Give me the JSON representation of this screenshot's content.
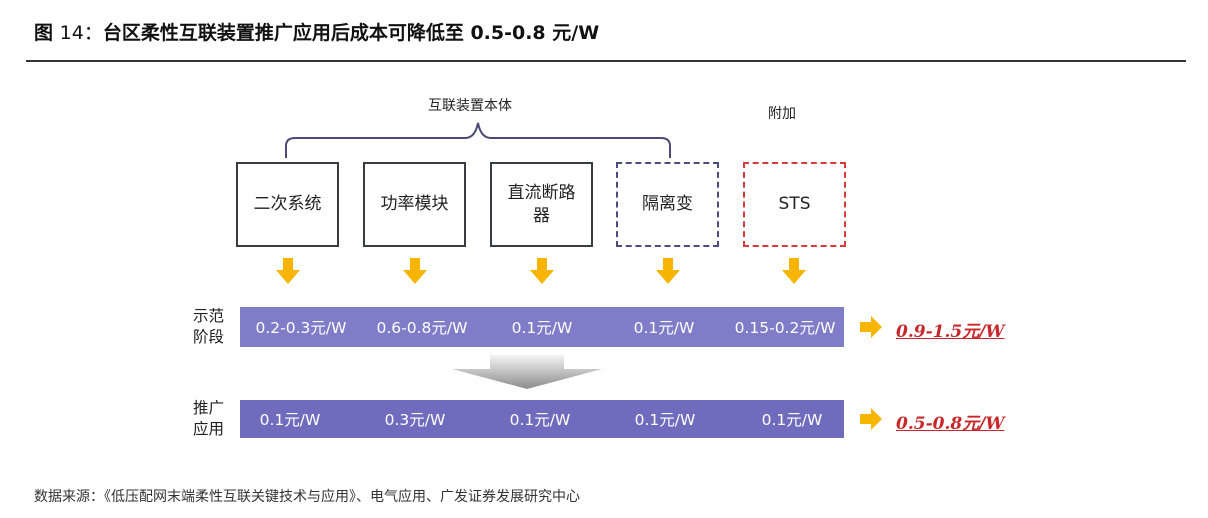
{
  "title": {
    "prefix": "图",
    "number": "14：",
    "text": "台区柔性互联装置推广应用后成本可降低至 0.5-0.8 元/W"
  },
  "groups": {
    "main": "互联装置本体",
    "addon": "附加"
  },
  "components": [
    {
      "label": "二次系统"
    },
    {
      "label": "功率模块"
    },
    {
      "label": "直流断路器"
    },
    {
      "label": "隔离变"
    },
    {
      "label": "STS"
    }
  ],
  "rows": {
    "demo": {
      "label_line1": "示范",
      "label_line2": "阶段",
      "values": [
        "0.2-0.3元/W",
        "0.6-0.8元/W",
        "0.1元/W",
        "0.1元/W",
        "0.15-0.2元/W"
      ],
      "total": "0.9-1.5元/W"
    },
    "promo": {
      "label_line1": "推广",
      "label_line2": "应用",
      "values": [
        "0.1元/W",
        "0.3元/W",
        "0.1元/W",
        "0.1元/W",
        "0.1元/W"
      ],
      "total": "0.5-0.8元/W"
    }
  },
  "colors": {
    "bar_top": "#7f7cc8",
    "bar_bottom": "#6f6cbd",
    "arrow": "#f7b500",
    "result": "#c8282b",
    "dash_blue": "#4e4a82",
    "dash_red": "#d63a3a"
  },
  "icons": {
    "down": "arrow-down-icon",
    "right": "arrow-right-icon",
    "transition": "gradient-arrow-icon",
    "brace": "brace-icon"
  },
  "source": "数据来源：《低压配网末端柔性互联关键技术与应用》、电气应用、广发证券发展研究中心"
}
